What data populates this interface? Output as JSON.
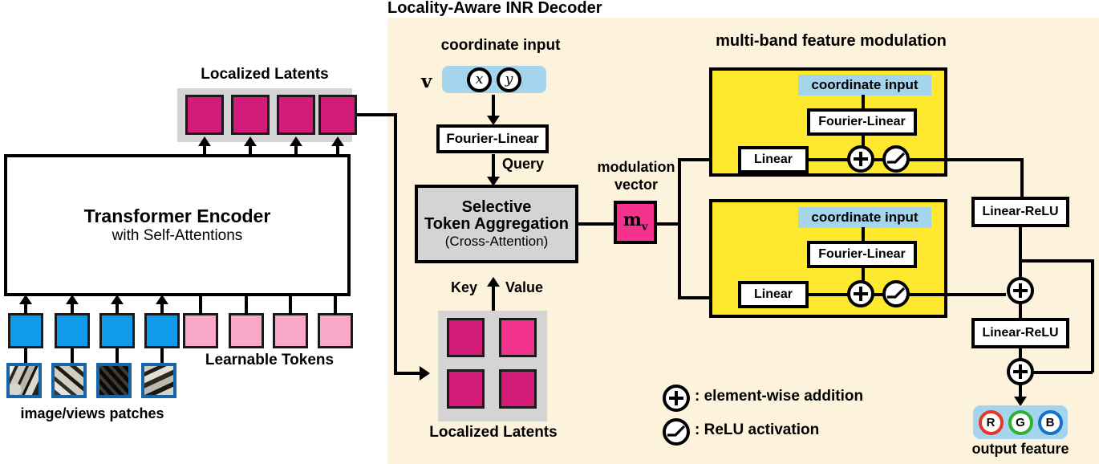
{
  "figure": {
    "panel_title": "Locality-Aware INR Decoder",
    "panel_bg": "#fdf2dc"
  },
  "encoder": {
    "title": "Transformer Encoder",
    "subtitle": "with Self-Attentions",
    "latents_label": "Localized Latents",
    "latent_count": 4,
    "latent_color": "#d41a78",
    "patch_tokens_color": "#119ceb",
    "patch_token_count": 4,
    "learnable_tokens_label": "Learnable Tokens",
    "learnable_tokens_color": "#f9a8c9",
    "learnable_token_count": 4,
    "patches_label": "image/views patches",
    "patch_count": 4
  },
  "decoder": {
    "coordinate_input_label": "coordinate input",
    "vector_symbol": "v",
    "coord_x": "x",
    "coord_y": "y",
    "coord_bg": "#a5d5ec",
    "fourier_linear_label": "Fourier-Linear",
    "query_label": "Query",
    "aggregation": {
      "line1": "Selective",
      "line2": "Token Aggregation",
      "line3": "(Cross-Attention)",
      "bg": "#d4d4d4"
    },
    "key_label": "Key",
    "value_label": "Value",
    "latents_grid_label": "Localized Latents",
    "latents_grid_colors": [
      "#d41a78",
      "#f5338f",
      "#d41a78",
      "#d41a78"
    ],
    "modulation_label_line1": "modulation",
    "modulation_label_line2": "vector",
    "modulation_symbol": "m",
    "modulation_subscript": "v",
    "modulation_color": "#f5338f"
  },
  "modulation": {
    "title": "multi-band feature modulation",
    "band_bg": "#ffe92e",
    "bands": [
      {
        "coordinate_input_label": "coordinate input",
        "fourier_linear_label": "Fourier-Linear",
        "linear_label": "Linear"
      },
      {
        "coordinate_input_label": "coordinate input",
        "fourier_linear_label": "Fourier-Linear",
        "linear_label": "Linear"
      }
    ]
  },
  "head": {
    "linear_relu_1": "Linear-ReLU",
    "linear_relu_2": "Linear-ReLU",
    "output_label": "output feature",
    "channels": [
      {
        "name": "R",
        "color": "#e8372a"
      },
      {
        "name": "G",
        "color": "#2fb232"
      },
      {
        "name": "B",
        "color": "#1273c7"
      }
    ],
    "output_bg": "#a5d5ec"
  },
  "legend": {
    "items": [
      {
        "icon": "plus-circle-icon",
        "text": ": element-wise addition"
      },
      {
        "icon": "relu-circle-icon",
        "text": ": ReLU activation"
      }
    ]
  }
}
